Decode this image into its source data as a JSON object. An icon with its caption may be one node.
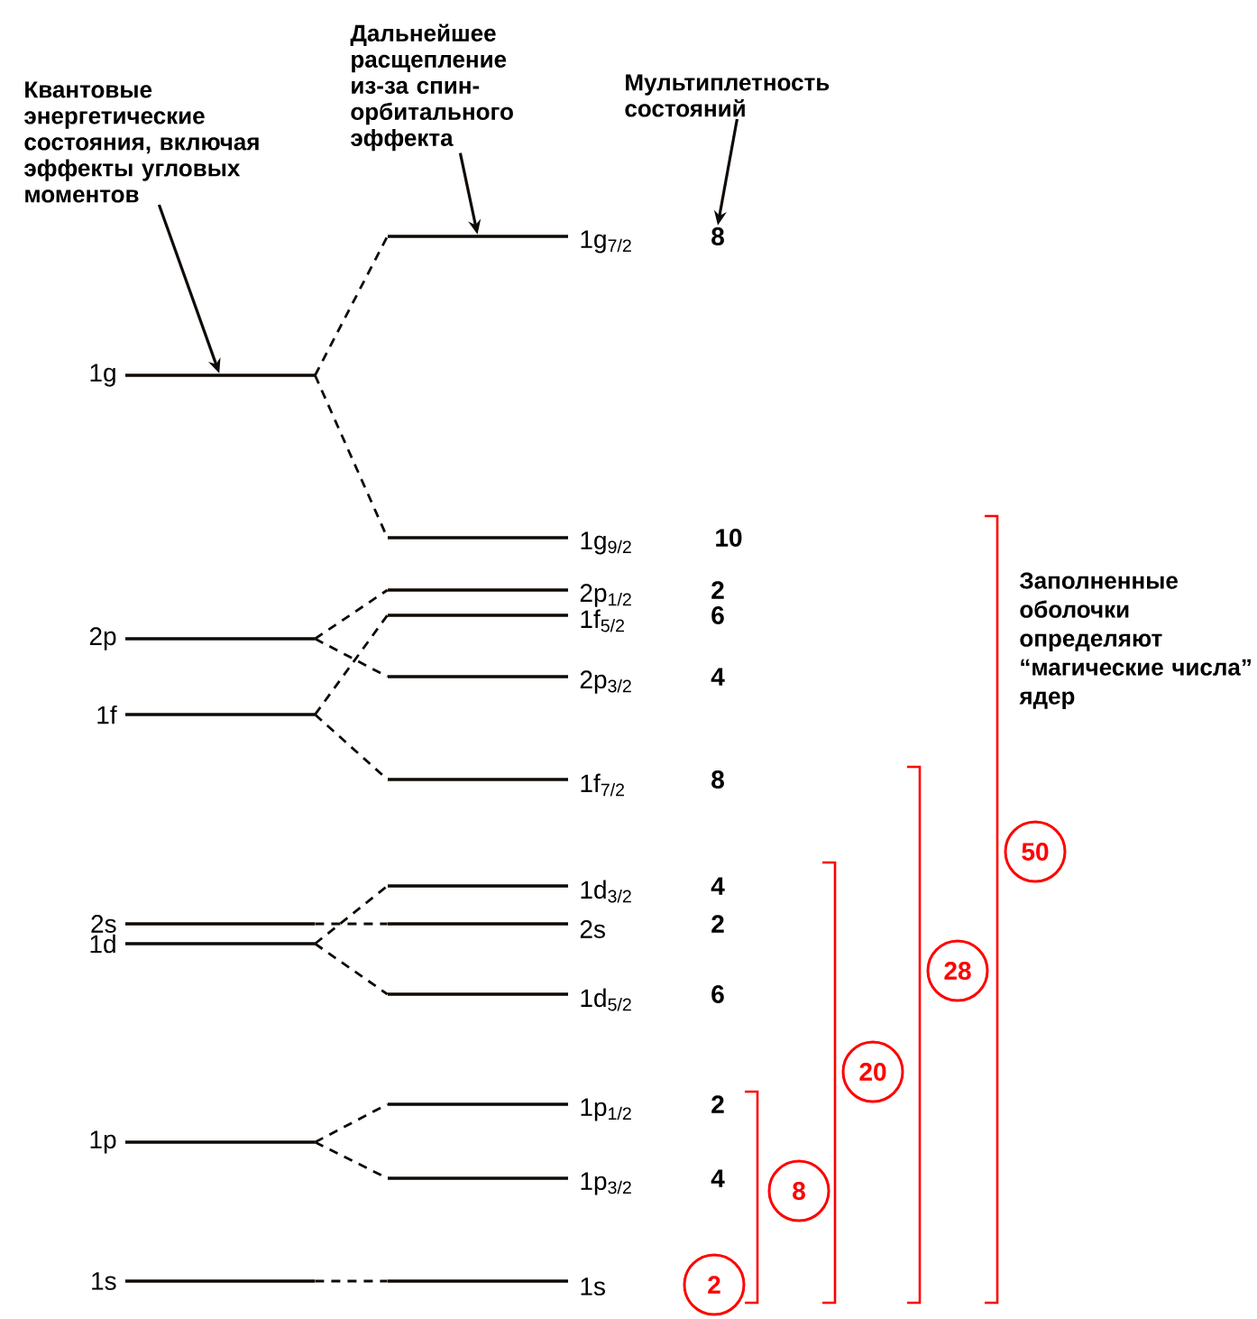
{
  "diagram": {
    "nodes": [
      {
        "text": [
          "Квантовые энергетические состояния, включая эффекты угловых моментов"
        ]
      },
      {
        "text": [
          "Дальнейшее расщепление из-за спин-орбитального эффекта"
        ]
      },
      {
        "text": [
          "Мультиплетность состояний"
        ]
      },
      {
        "text": [
          "1g$_{7/2}$"
        ]
      },
      {
        "text": [
          "1g"
        ]
      },
      {
        "text": [
          "1g$_{9/2}$"
        ]
      },
      {
        "text": [
          "2p$_{1/2}$"
        ]
      },
      {
        "text": [
          "1f$_{5/2}$"
        ]
      },
      {
        "text": [
          "2p"
        ]
      },
      {
        "text": [
          "2p$_{3/2}$"
        ]
      },
      {
        "text": [
          "1f"
        ]
      },
      {
        "text": [
          "1f$_{7/2}$"
        ]
      },
      {
        "text": [
          "1d$_{3/2}$"
        ]
      },
      {
        "text": [
          "2s"
        ]
      },
      {
        "text": [
          "2s"
        ]
      },
      {
        "text": [
          "1d"
        ]
      },
      {
        "text": [
          "1d$_{5/2}$"
        ]
      },
      {
        "text": [
          "1p$_{1/2}$"
        ]
      },
      {
        "text": [
          "1p"
        ]
      },
      {
        "text": [
          "1p$_{3/2}$"
        ]
      },
      {
        "text": [
          "1s"
        ]
      },
      {
        "text": [
          "1s"
        ]
      },
      {
        "text": [
          "50"
        ]
      },
      {
        "text": [
          "28"
        ]
      },
      {
        "text": [
          "20"
        ]
      },
      {
        "text": [
          "8"
        ]
      },
      {
        "text": [
          "2"
        ]
      },
      {
        "text": [
          "8"
        ]
      }
    ],
    "edges": [
      {
        "from": 0,
        "to": 4,
        "arrow": "to"
      },
      {
        "from": 1,
        "to": 3,
        "arrow": "to"
      },
      {
        "from": 2,
        "to": 27,
        "arrow": "to"
      },
      {
        "from": 4,
        "to": 3,
        "arrow": "none",
        "style": "dashed"
      },
      {
        "from": 4,
        "to": 5,
        "arrow": "none",
        "style": "dashed"
      },
      {
        "from": 8,
        "to": 6,
        "arrow": "none",
        "style": "dashed"
      },
      {
        "from": 8,
        "to": 9,
        "arrow": "none",
        "style": "dashed"
      },
      {
        "from": 10,
        "to": 7,
        "arrow": "none",
        "style": "dashed"
      },
      {
        "from": 10,
        "to": 11,
        "arrow": "none",
        "style": "dashed"
      },
      {
        "from": 15,
        "to": 12,
        "arrow": "none",
        "style": "dashed"
      },
      {
        "from": 13,
        "to": 14,
        "arrow": "none",
        "style": "dashed"
      },
      {
        "from": 15,
        "to": 16,
        "arrow": "none",
        "style": "dashed"
      },
      {
        "from": 18,
        "to": 17,
        "arrow": "none",
        "style": "dashed"
      },
      {
        "from": 18,
        "to": 19,
        "arrow": "none",
        "style": "dashed"
      },
      {
        "from": 20,
        "to": 21,
        "arrow": "none",
        "style": "dashed"
      }
    ],
    "labels": [
      "10",
      "2",
      "6",
      "4",
      "8",
      "4",
      "2",
      "6",
      "2",
      "4",
      "Заполненные оболочки определяют “магические числа” ядер"
    ]
  }
}
